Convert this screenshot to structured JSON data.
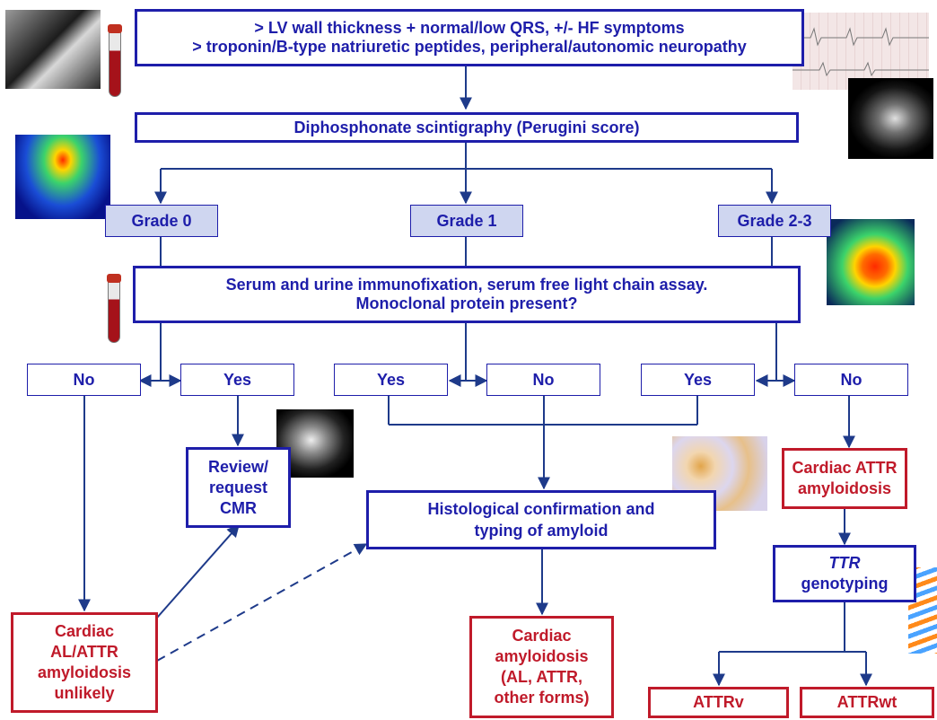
{
  "top_box": {
    "line1": "> LV wall thickness + normal/low QRS, +/- HF symptoms",
    "line2": "> troponin/B-type natriuretic peptides, peripheral/autonomic neuropathy"
  },
  "scintigraphy_box": "Diphosphonate scintigraphy (Perugini score)",
  "grades": [
    "Grade 0",
    "Grade 1",
    "Grade 2-3"
  ],
  "immunofixation_box": {
    "line1": "Serum and urine immunofixation, serum free light chain assay.",
    "line2": "Monoclonal protein present?"
  },
  "answers": {
    "g0_no": "No",
    "g0_yes": "Yes",
    "g1_yes": "Yes",
    "g1_no": "No",
    "g23_yes": "Yes",
    "g23_no": "No"
  },
  "cmr_box": [
    "Review/",
    "request",
    "CMR"
  ],
  "histology_box": [
    "Histological confirmation and",
    "typing of amyloid"
  ],
  "attr_box": [
    "Cardiac ATTR",
    "amyloidosis"
  ],
  "ttr_box": {
    "italic": "TTR",
    "rest": "genotyping"
  },
  "unlikely_box": [
    "Cardiac",
    "AL/ATTR",
    "amyloidosis",
    "unlikely"
  ],
  "cardiac_forms_box": [
    "Cardiac",
    "amyloidosis",
    "(AL, ATTR,",
    "other forms)"
  ],
  "attrv_box": "ATTRv",
  "attrwt_box": "ATTRwt",
  "colors": {
    "blue": "#1e1eaa",
    "red": "#c01a2a",
    "grade_fill": "#cfd6f0"
  },
  "images": [
    "stethoscope-photo",
    "blood-tube",
    "ecg-strip",
    "echocardiogram",
    "bone-scintigraphy-grade0",
    "bone-scintigraphy-grade23",
    "blood-tube",
    "cardiac-mri",
    "histology-stain",
    "dna-helix"
  ]
}
